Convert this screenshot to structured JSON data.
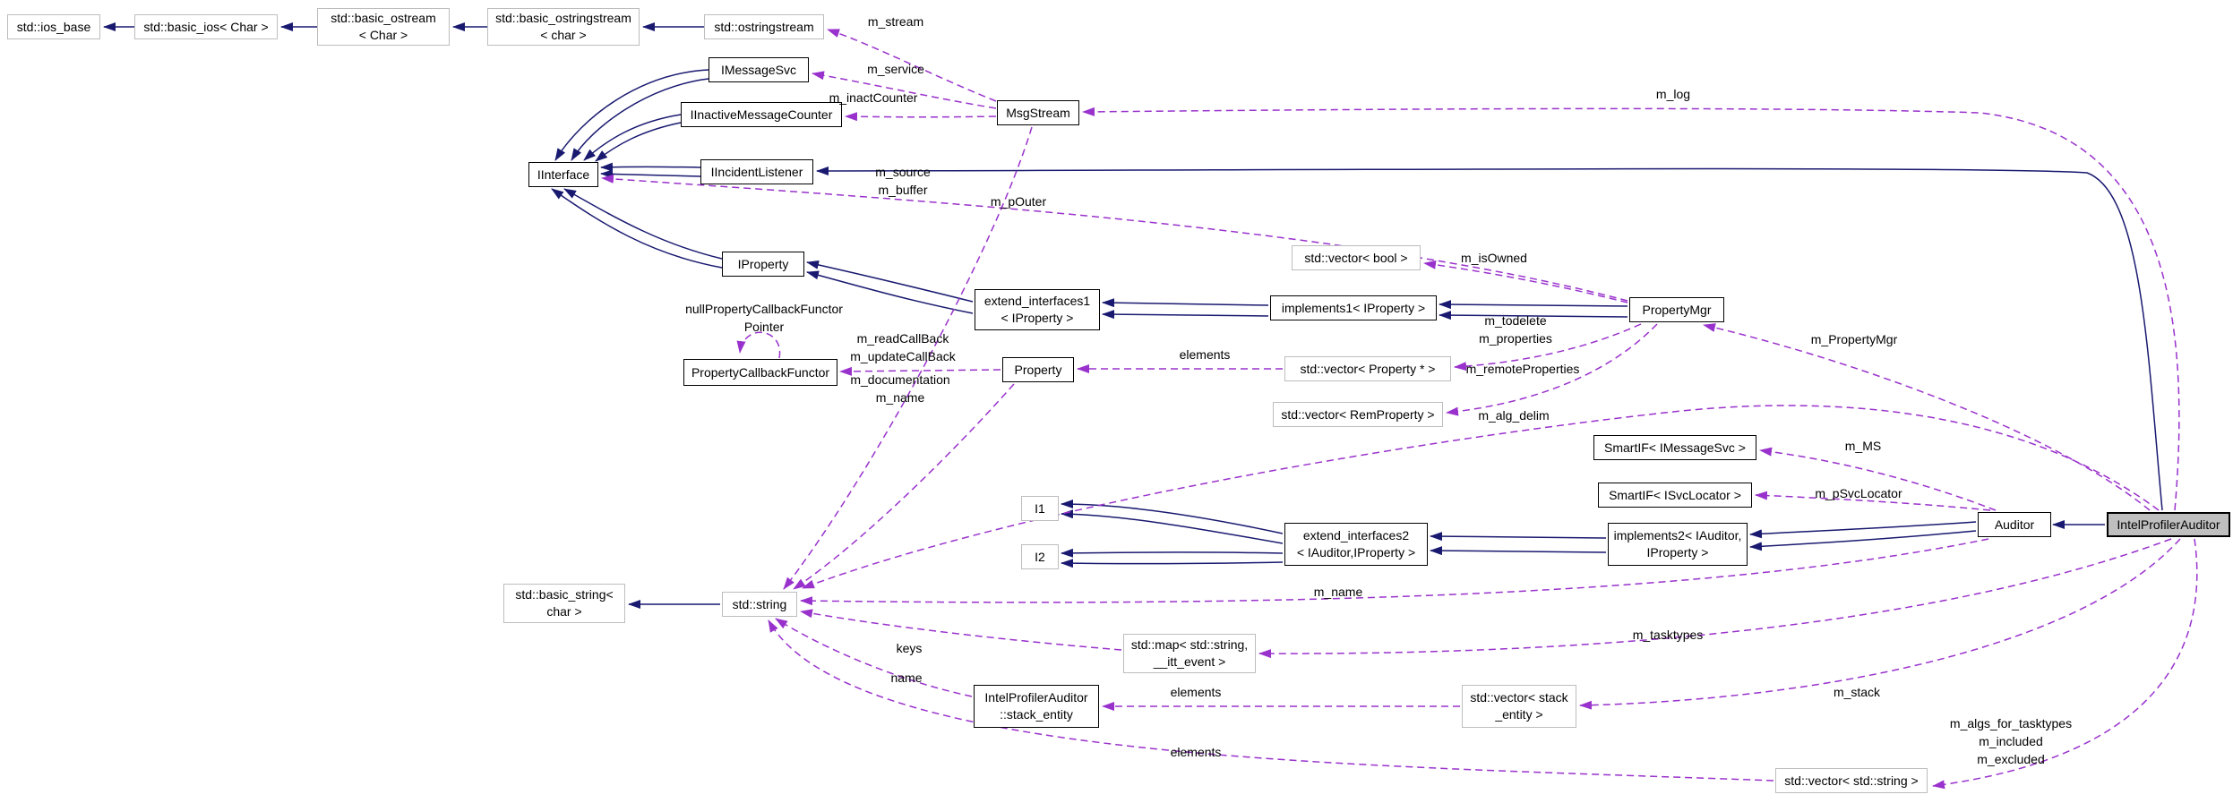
{
  "diagram": {
    "type": "doxygen-collaboration-graph",
    "colors": {
      "background": "#ffffff",
      "inheritance_edge": "#191970",
      "member_edge": "#9932cc",
      "node_border": "#000000",
      "external_node_border": "#bdbdbd",
      "focus_node_fill": "#bfbfbf"
    },
    "nodes": {
      "ios_base": {
        "label": "std::ios_base"
      },
      "basic_ios": {
        "label": "std::basic_ios< Char >"
      },
      "basic_ostream": {
        "label": "std::basic_ostream\n< Char >"
      },
      "basic_ostringstream": {
        "label": "std::basic_ostringstream\n< char >"
      },
      "ostringstream": {
        "label": "std::ostringstream"
      },
      "imessagesvc": {
        "label": "IMessageSvc"
      },
      "iinactivemessagecounter": {
        "label": "IInactiveMessageCounter"
      },
      "msgstream": {
        "label": "MsgStream"
      },
      "iincidentlistener": {
        "label": "IIncidentListener"
      },
      "iinterface": {
        "label": "IInterface"
      },
      "iproperty": {
        "label": "IProperty"
      },
      "extend_interfaces1": {
        "label": "extend_interfaces1\n< IProperty >"
      },
      "propertycallbackfunctor": {
        "label": "PropertyCallbackFunctor"
      },
      "property": {
        "label": "Property"
      },
      "implements1": {
        "label": "implements1< IProperty >"
      },
      "vector_bool": {
        "label": "std::vector< bool >"
      },
      "propertymgr": {
        "label": "PropertyMgr"
      },
      "vector_property_ptr": {
        "label": "std::vector< Property * >"
      },
      "vector_remproperty": {
        "label": "std::vector< RemProperty >"
      },
      "smartif_imessagesvc": {
        "label": "SmartIF< IMessageSvc >"
      },
      "smartif_isvclocator": {
        "label": "SmartIF< ISvcLocator >"
      },
      "i1": {
        "label": "I1"
      },
      "i2": {
        "label": "I2"
      },
      "extend_interfaces2": {
        "label": "extend_interfaces2\n< IAuditor,IProperty >"
      },
      "implements2": {
        "label": "implements2< IAuditor,\nIProperty >"
      },
      "auditor": {
        "label": "Auditor"
      },
      "intelprofilerauditor": {
        "label": "IntelProfilerAuditor"
      },
      "basic_string": {
        "label": "std::basic_string<\nchar >"
      },
      "std_string": {
        "label": "std::string"
      },
      "map_string_itt_event": {
        "label": "std::map< std::string,\n__itt_event >"
      },
      "stack_entity": {
        "label": "IntelProfilerAuditor\n::stack_entity"
      },
      "vector_stack_entity": {
        "label": "std::vector< stack\n_entity >"
      },
      "vector_string": {
        "label": "std::vector< std::string >"
      }
    },
    "edge_labels": {
      "m_stream": "m_stream",
      "m_service": "m_service",
      "m_inactCounter": "m_inactCounter",
      "m_log": "m_log",
      "m_source_m_buffer": "m_source\nm_buffer",
      "m_pOuter": "m_pOuter",
      "m_isOwned": "m_isOwned",
      "null_pcf_pointer": "nullPropertyCallbackFunctor\nPointer",
      "m_todelete_m_properties": "m_todelete\nm_properties",
      "m_readCallBack_m_updateCallBack": "m_readCallBack\nm_updateCallBack",
      "elements_property": "elements",
      "m_remoteProperties": "m_remoteProperties",
      "m_documentation_m_name": "m_documentation\nm_name",
      "m_alg_delim": "m_alg_delim",
      "m_PropertyMgr": "m_PropertyMgr",
      "m_MS": "m_MS",
      "m_pSvcLocator": "m_pSvcLocator",
      "m_name": "m_name",
      "keys": "keys",
      "m_tasktypes": "m_tasktypes",
      "name": "name",
      "elements_stack": "elements",
      "m_stack": "m_stack",
      "m_algs": "m_algs_for_tasktypes\nm_included\nm_excluded",
      "elements_string": "elements"
    }
  }
}
